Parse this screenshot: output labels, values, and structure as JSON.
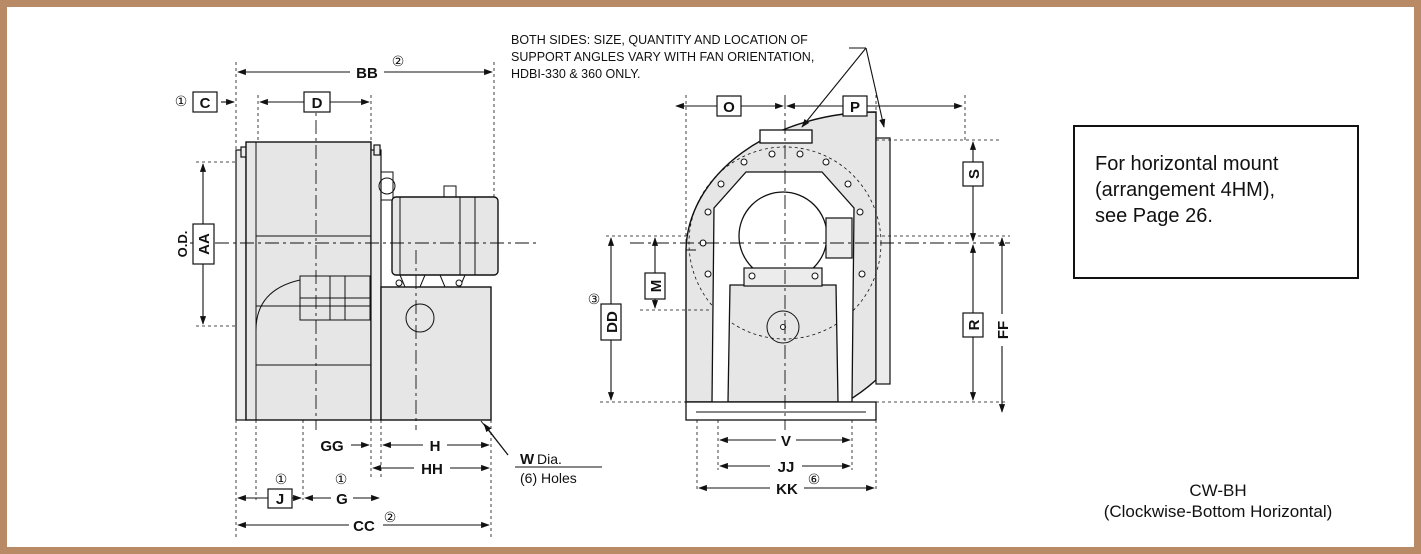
{
  "dimensions": {
    "bb": "BB",
    "c": "C",
    "d": "D",
    "aa": "AA",
    "od": "O.D.",
    "gg": "GG",
    "h": "H",
    "hh": "HH",
    "j": "J",
    "g": "G",
    "cc": "CC",
    "o": "O",
    "p": "P",
    "s": "S",
    "r": "R",
    "ff": "FF",
    "m": "M",
    "dd": "DD",
    "v": "V",
    "jj": "JJ",
    "kk": "KK"
  },
  "footnotes": {
    "one": "①",
    "two": "②",
    "three": "③",
    "six": "⑥"
  },
  "holes": {
    "w": "W",
    "dia": "Dia.",
    "holes": "(6) Holes"
  },
  "note_lines": [
    "BOTH SIDES: SIZE, QUANTITY AND LOCATION OF",
    "SUPPORT ANGLES VARY WITH FAN ORIENTATION,",
    "HDBI-330 & 360 ONLY."
  ],
  "info_box": [
    "For horizontal mount",
    "(arrangement 4HM),",
    "see Page 26."
  ],
  "caption": {
    "code": "CW-BH",
    "description": "(Clockwise-Bottom Horizontal)"
  },
  "colors": {
    "frame": "#b88a66",
    "body_fill": "#e6e6e6"
  }
}
